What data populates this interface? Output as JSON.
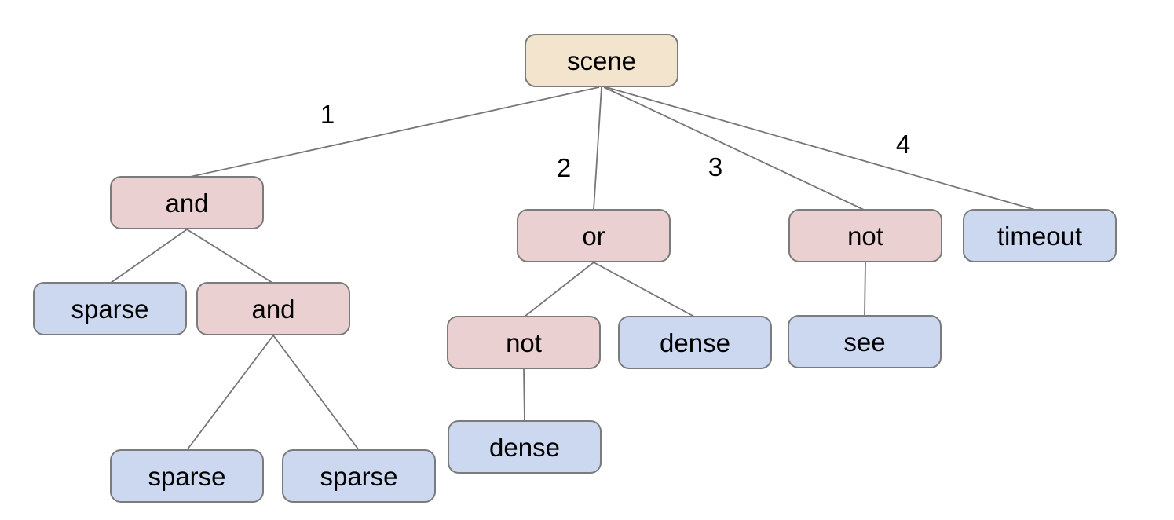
{
  "diagram": {
    "type": "tree",
    "colors": {
      "background": "#ffffff",
      "root_fill": "#f3e5cd",
      "operator_fill": "#ead0d0",
      "leaf_fill": "#ccd8f0",
      "node_border": "#7b7b7b",
      "edge_line": "#767676",
      "text": "#000000"
    },
    "nodes": [
      {
        "id": "scene",
        "label": "scene",
        "type": "root"
      },
      {
        "id": "and-a",
        "label": "and",
        "type": "operator"
      },
      {
        "id": "or-a",
        "label": "or",
        "type": "operator"
      },
      {
        "id": "not-a",
        "label": "not",
        "type": "operator"
      },
      {
        "id": "timeout",
        "label": "timeout",
        "type": "leaf"
      },
      {
        "id": "sparse-a",
        "label": "sparse",
        "type": "leaf"
      },
      {
        "id": "and-b",
        "label": "and",
        "type": "operator"
      },
      {
        "id": "not-b",
        "label": "not",
        "type": "operator"
      },
      {
        "id": "dense-a",
        "label": "dense",
        "type": "leaf"
      },
      {
        "id": "see",
        "label": "see",
        "type": "leaf"
      },
      {
        "id": "sparse-b",
        "label": "sparse",
        "type": "leaf"
      },
      {
        "id": "sparse-c",
        "label": "sparse",
        "type": "leaf"
      },
      {
        "id": "dense-b",
        "label": "dense",
        "type": "leaf"
      }
    ],
    "edges": [
      {
        "from": "scene",
        "to": "and-a",
        "label": "1"
      },
      {
        "from": "scene",
        "to": "or-a",
        "label": "2"
      },
      {
        "from": "scene",
        "to": "not-a",
        "label": "3"
      },
      {
        "from": "scene",
        "to": "timeout",
        "label": "4"
      },
      {
        "from": "and-a",
        "to": "sparse-a",
        "label": ""
      },
      {
        "from": "and-a",
        "to": "and-b",
        "label": ""
      },
      {
        "from": "and-b",
        "to": "sparse-b",
        "label": ""
      },
      {
        "from": "and-b",
        "to": "sparse-c",
        "label": ""
      },
      {
        "from": "or-a",
        "to": "not-b",
        "label": ""
      },
      {
        "from": "or-a",
        "to": "dense-a",
        "label": ""
      },
      {
        "from": "not-b",
        "to": "dense-b",
        "label": ""
      },
      {
        "from": "not-a",
        "to": "see",
        "label": ""
      }
    ]
  }
}
